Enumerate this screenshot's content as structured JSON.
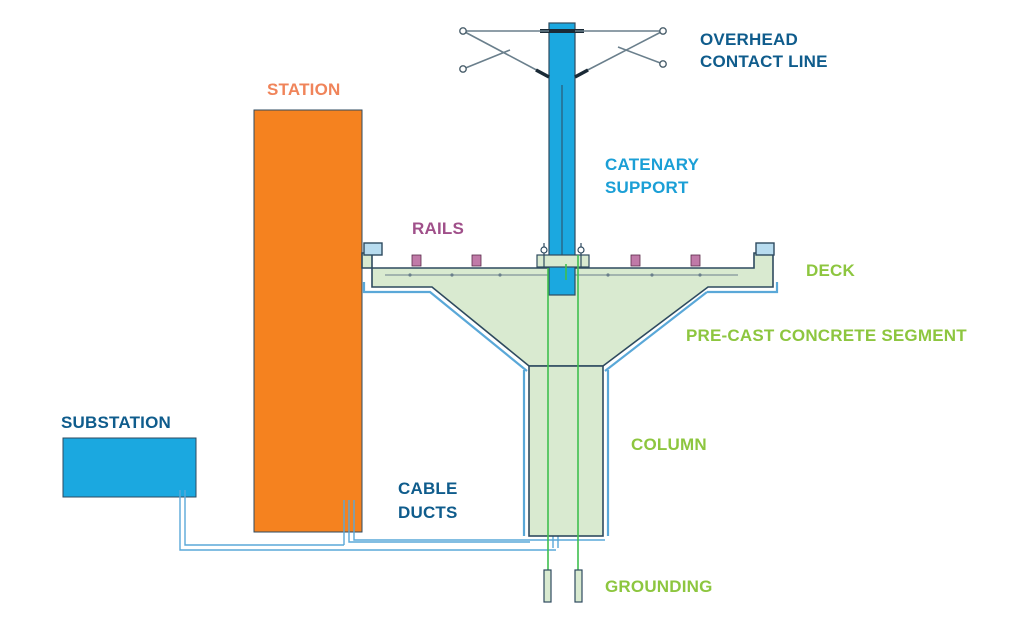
{
  "labels": {
    "overhead_contact_line_1": "OVERHEAD",
    "overhead_contact_line_2": "CONTACT LINE",
    "station": "STATION",
    "catenary_support_1": "CATENARY",
    "catenary_support_2": "SUPPORT",
    "rails": "RAILS",
    "deck": "DECK",
    "precast_segment": "PRE-CAST CONCRETE SEGMENT",
    "substation": "SUBSTATION",
    "column": "COLUMN",
    "cable_ducts_1": "CABLE",
    "cable_ducts_2": "DUCTS",
    "grounding": "GROUNDING"
  },
  "colors": {
    "station_fill": "#f5821f",
    "station_label": "#f0845a",
    "substation_fill": "#1ba8e0",
    "catenary_fill": "#1ba8e0",
    "catenary_label": "#1b9fd6",
    "concrete_fill": "#d9ead0",
    "outline_dark": "#2e4a5f",
    "duct_blue": "#5aa8d8",
    "rail_fill": "#c07aa8",
    "rails_label": "#a0508a",
    "green_label": "#8dc63f",
    "grounding_wire": "#3fbf4f",
    "navy_label": "#0f5c8c"
  }
}
